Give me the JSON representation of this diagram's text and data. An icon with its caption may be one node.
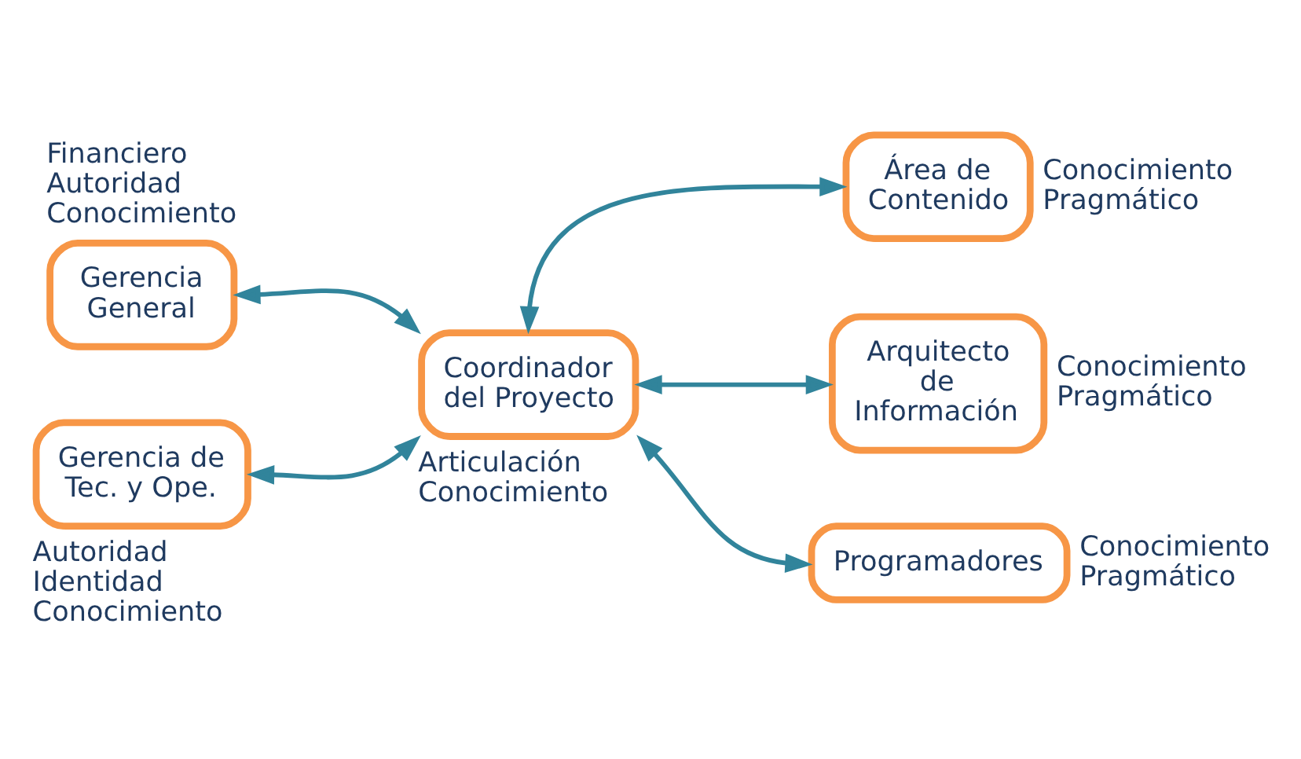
{
  "diagram": {
    "nodes": [
      {
        "text": [
          "Gerencia General"
        ],
        "beside": [
          "Financiero Autoridad Conocimiento"
        ]
      },
      {
        "text": [
          "Área de Contenido"
        ],
        "beside": [
          "Conocimiento Pragmático"
        ]
      },
      {
        "text": [
          "Coordinador del Proyecto"
        ],
        "beside": [
          "Articulación Conocimiento"
        ]
      },
      {
        "text": [
          "Arquitecto de Información"
        ],
        "beside": [
          "Conocimiento Pragmático"
        ]
      },
      {
        "text": [
          "Gerencia de Tec. y Ope."
        ],
        "beside": [
          "Autoridad Identidad Conocimiento"
        ]
      },
      {
        "text": [
          "Programadores"
        ],
        "beside": [
          "Conocimiento Pragmático"
        ]
      }
    ],
    "edges": [
      {
        "from": 0,
        "to": 2,
        "arrow": "both"
      },
      {
        "from": 2,
        "to": 1,
        "arrow": "both"
      },
      {
        "from": 2,
        "to": 3,
        "arrow": "both"
      },
      {
        "from": 4,
        "to": 2,
        "arrow": "both"
      },
      {
        "from": 2,
        "to": 5,
        "arrow": "both"
      }
    ]
  }
}
